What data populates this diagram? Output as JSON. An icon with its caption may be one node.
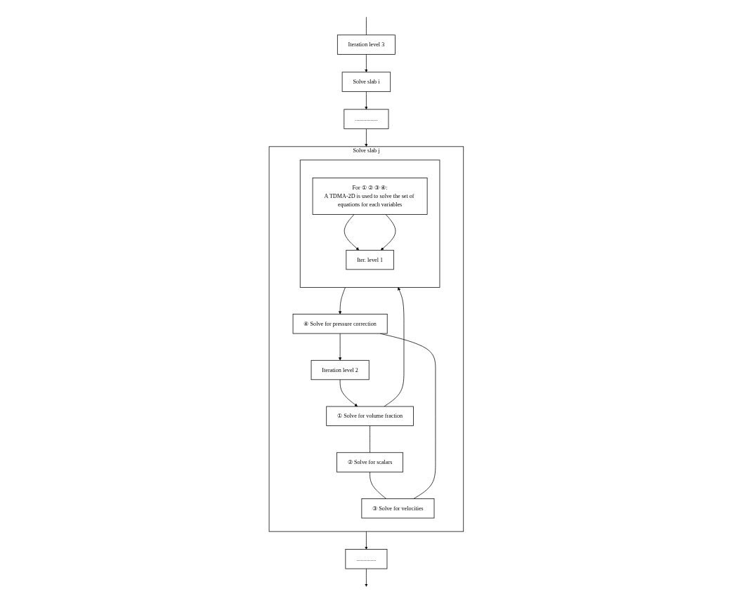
{
  "diagram": {
    "nodes": [
      {
        "text": [
          "Solve slab i"
        ]
      },
      {
        "text": [
          "................"
        ]
      },
      {
        "text": [
          "Solve slab j"
        ]
      },
      {
        "text": [
          "① Solve for volume fraction"
        ],
        "in": 2
      },
      {
        "text": [
          "② Solve for scalars"
        ],
        "in": 2
      },
      {
        "text": [
          "③ Solve for velocities"
        ],
        "in": 2
      },
      {
        "text": [
          "④ Solve for pressure correction"
        ],
        "in": 2
      },
      {
        "text": [
          "Iteration level 2"
        ],
        "in": 2
      },
      {
        "text": [],
        "shape": "box",
        "in": 2
      },
      {
        "text": [
          "For ① ② ③ ④:",
          "A TDMA-2D is used to solve the set of equations for each variables"
        ],
        "in": 8
      },
      {
        "text": [
          "Iter. level 1"
        ],
        "in": 8
      },
      {
        "text": [
          ".............."
        ]
      },
      {
        "text": [
          "Iteration level 3"
        ]
      }
    ],
    "edges": [
      {
        "from": 12,
        "to": 0,
        "arrow": "to"
      },
      {
        "from": 0,
        "to": 1,
        "arrow": "to"
      },
      {
        "from": 1,
        "to": 2,
        "arrow": "to"
      },
      {
        "from": 7,
        "to": 3,
        "arrow": "to"
      },
      {
        "from": 3,
        "to": 4,
        "arrow": "none"
      },
      {
        "from": 4,
        "to": 5,
        "arrow": "none"
      },
      {
        "from": 5,
        "to": 6,
        "arrow": "none"
      },
      {
        "from": 6,
        "to": 7,
        "arrow": "to"
      },
      {
        "from": 3,
        "to": 8,
        "arrow": "to"
      },
      {
        "from": 8,
        "to": 6,
        "arrow": "to"
      },
      {
        "from": 9,
        "to": 10,
        "arrow": "to"
      },
      {
        "from": 9,
        "to": 10,
        "arrow": "to"
      },
      {
        "from": 2,
        "to": 11,
        "arrow": "to"
      },
      {
        "from": 11,
        "to": null,
        "arrow": "to"
      },
      {
        "from": null,
        "to": 12,
        "arrow": "none"
      }
    ]
  }
}
